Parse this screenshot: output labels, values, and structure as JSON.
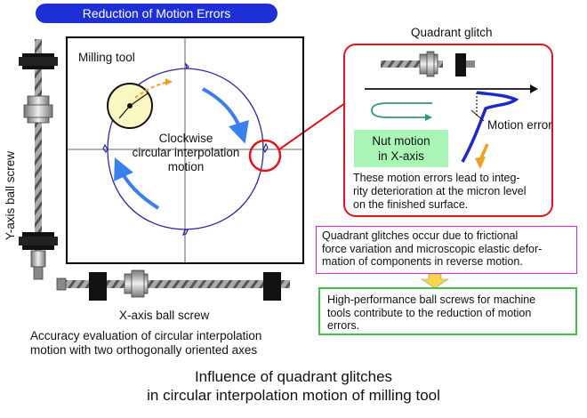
{
  "header": {
    "title": "Reduction of Motion Errors"
  },
  "diagram": {
    "y_axis_screw_label": "Y-axis ball screw",
    "x_axis_screw_label": "X-axis ball screw",
    "milling_tool_label": "Milling tool",
    "interpolation_label_line1": "Clockwise",
    "interpolation_label_line2": "circular interpolation",
    "interpolation_label_line3": "motion",
    "caption_line1": "Accuracy evaluation of circular interpolation",
    "caption_line2": "motion with  two orthogonally oriented axes"
  },
  "quadrant_glitch": {
    "title": "Quadrant glitch",
    "motion_error_label": "Motion error",
    "nut_motion_line1": "Nut motion",
    "nut_motion_line2": "in  X-axis",
    "note_line1": "These motion errors lead to integ-",
    "note_line2": "rity deterioration at the micron level",
    "note_line3": "on the finished surface."
  },
  "cause_box": {
    "line1": "Quadrant glitches occur due to frictional",
    "line2": "force variation and microscopic elastic defor-",
    "line3": "mation of components in reverse motion."
  },
  "result_box": {
    "line1": "High-performance ball screws for machine",
    "line2": "tools contribute to the reduction of motion",
    "line3": "errors."
  },
  "figure_title": {
    "line1": "Influence of quadrant glitches",
    "line2": "in circular interpolation motion of milling tool"
  },
  "colors": {
    "header_bg": "#1e2fd6",
    "trace_blue": "#2a2aa8",
    "arrow_blue": "#3a7ff0",
    "tool_fill": "#fbf7c2",
    "orange_arrow": "#f0a020",
    "callout_red": "#e5121a",
    "nut_green_bg": "#a9f5b6",
    "return_arrow_green": "#2c9a6a",
    "magenta_border": "#e020d8",
    "green_border": "#44c044",
    "down_arrow_yellow": "#f5d64a"
  }
}
